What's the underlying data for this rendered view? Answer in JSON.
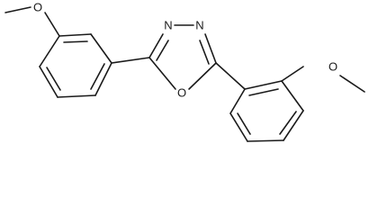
{
  "molecule": {
    "atoms": {
      "n3": "N",
      "n4": "N",
      "o1": "O",
      "o_methoxy_left": "O",
      "o_methoxy_right": "O"
    }
  }
}
